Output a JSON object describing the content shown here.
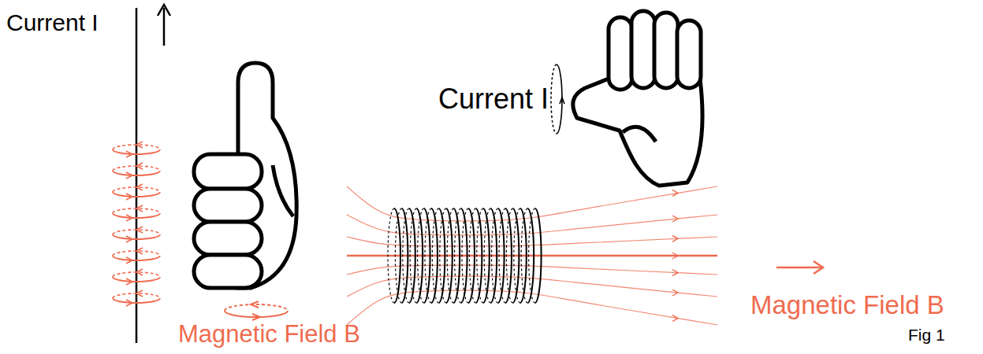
{
  "diagram": {
    "labels": [
      "Current I",
      "Magnetic Field B",
      "Current I",
      "Magnetic Field B",
      "Fig 1"
    ]
  }
}
